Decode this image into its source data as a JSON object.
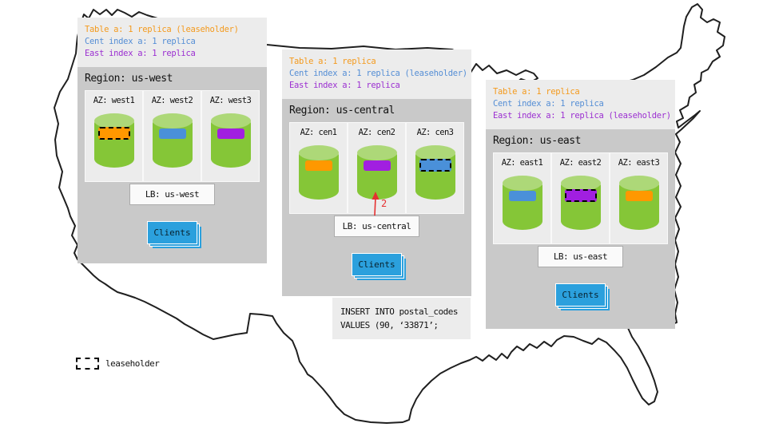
{
  "regions": [
    {
      "name": "us-west",
      "replica_summary": [
        {
          "text": "Table a: 1 replica (leaseholder)",
          "color": "orange"
        },
        {
          "text": "Cent index a: 1 replica",
          "color": "blue"
        },
        {
          "text": "East index a: 1 replica",
          "color": "purple"
        }
      ],
      "title": "Region: us-west",
      "azs": [
        {
          "label": "AZ: west1",
          "replica": "orange",
          "leaseholder": true
        },
        {
          "label": "AZ: west2",
          "replica": "blue",
          "leaseholder": false
        },
        {
          "label": "AZ: west3",
          "replica": "purple",
          "leaseholder": false
        }
      ],
      "lb": "LB: us-west",
      "clients": "Clients"
    },
    {
      "name": "us-central",
      "replica_summary": [
        {
          "text": "Table a: 1 replica",
          "color": "orange"
        },
        {
          "text": "Cent index a: 1 replica (leaseholder)",
          "color": "blue"
        },
        {
          "text": "East index a: 1 replica",
          "color": "purple"
        }
      ],
      "title": "Region: us-central",
      "azs": [
        {
          "label": "AZ: cen1",
          "replica": "orange",
          "leaseholder": false
        },
        {
          "label": "AZ: cen2",
          "replica": "purple",
          "leaseholder": false
        },
        {
          "label": "AZ: cen3",
          "replica": "blue",
          "leaseholder": true
        }
      ],
      "lb": "LB: us-central",
      "clients": "Clients"
    },
    {
      "name": "us-east",
      "replica_summary": [
        {
          "text": "Table a: 1 replica",
          "color": "orange"
        },
        {
          "text": "Cent index a: 1 replica",
          "color": "blue"
        },
        {
          "text": "East index a: 1 replica (leaseholder)",
          "color": "purple"
        }
      ],
      "title": "Region: us-east",
      "azs": [
        {
          "label": "AZ: east1",
          "replica": "blue",
          "leaseholder": false
        },
        {
          "label": "AZ: east2",
          "replica": "purple",
          "leaseholder": true
        },
        {
          "label": "AZ: east3",
          "replica": "orange",
          "leaseholder": false
        }
      ],
      "lb": "LB: us-east",
      "clients": "Clients"
    }
  ],
  "annotation": {
    "arrow_label": "2"
  },
  "sql": {
    "lines": [
      "INSERT INTO postal_codes",
      "VALUES (90, ‘33871’;"
    ]
  },
  "legend": {
    "label": "leaseholder"
  },
  "colors": {
    "orange": "#f49a1d",
    "blue": "#4a90d9",
    "purple": "#a11fe0",
    "db_green": "#85c637",
    "clients_blue": "#2ba0dd",
    "arrow_red": "#e53030",
    "panel_gray": "#c9c9c9",
    "info_gray": "#ececec"
  }
}
